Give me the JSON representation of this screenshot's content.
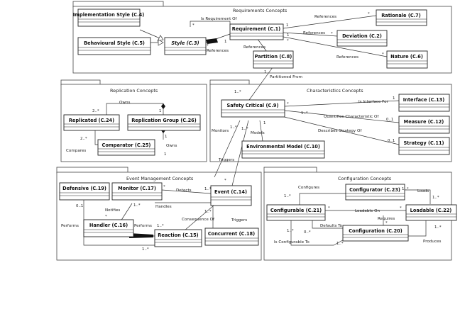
{
  "packages": {
    "requirements": "Requirements Concepts",
    "replication": "Replication Concepts",
    "characteristics": "Characteristics Concepts",
    "event": "Event Management Concepts",
    "configuration": "Configuration Concepts"
  },
  "classes": {
    "impl_style": "Implementation Style (C.4)",
    "behav_style": "Behavioural Style (C.5)",
    "style": "Style (C.3)",
    "requirement": "Requirement (C.1)",
    "rationale": "Rationale (C.7)",
    "deviation": "Deviation (C.2)",
    "nature": "Nature (C.6)",
    "partition": "Partition (C.8)",
    "replicated": "Replicated (C.24)",
    "replication_group": "Replication Group (C.26)",
    "comparator": "Comparator (C.25)",
    "safety_critical": "Safety Critical (C.9)",
    "interface": "Interface (C.13)",
    "measure": "Measure (C.12)",
    "strategy": "Strategy (C.11)",
    "env_model": "Environmental Model (C.10)",
    "defensive": "Defensive (C.19)",
    "monitor": "Monitor (C.17)",
    "event": "Event (C.14)",
    "handler": "Handler (C.16)",
    "reaction": "Reaction (C.15)",
    "concurrent": "Concurrent (C.18)",
    "configurator": "Configurator (C.23)",
    "configurable": "Configurable (C.21)",
    "loadable": "Loadable (C.22)",
    "configuration": "Configuration (C.20)"
  },
  "labels": {
    "is_requirement_of": "Is Requirement Of",
    "references_1": "References",
    "references_2": "References",
    "references_3": "References",
    "references_4": "References",
    "references_5": "References",
    "partitioned_from": "Partitioned From",
    "owns_1": "Owns",
    "owns_2": "Owns",
    "compares": "Compares",
    "is_interface_for": "Is Interface For",
    "quantifies": "Quantifies Characteristic Of",
    "describes_strategy": "Describes Strategy Of",
    "monitors": "Monitors",
    "models": "Models",
    "triggers_1": "Triggers",
    "detects": "Detects",
    "notifies": "Notifies",
    "handles": "Handles",
    "performs_1": "Performs",
    "performs_2": "Performs",
    "consequence_of": "Consequence Of",
    "triggers_2": "Triggers",
    "configures": "Configures",
    "loads": "Loads",
    "loadable_on": "Loadable On",
    "requires": "Requires",
    "defaults_to": "Defaults To",
    "is_configurable_to": "Is Configurable To",
    "produces": "Produces"
  },
  "mult": {
    "m_star": "*",
    "m_1": "1",
    "m_1n": "1..*",
    "m_2n": "2..*",
    "m_0n": "0..*",
    "m_01": "0..1"
  }
}
